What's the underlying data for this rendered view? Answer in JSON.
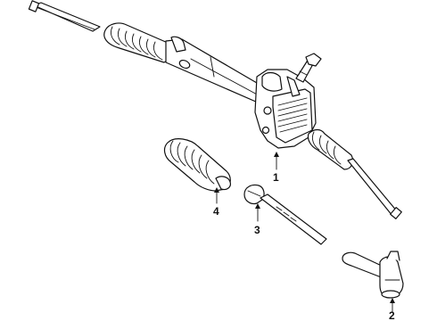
{
  "callouts": {
    "c1": "1",
    "c2": "2",
    "c3": "3",
    "c4": "4"
  },
  "colors": {
    "line": "#111111",
    "background": "#ffffff"
  }
}
